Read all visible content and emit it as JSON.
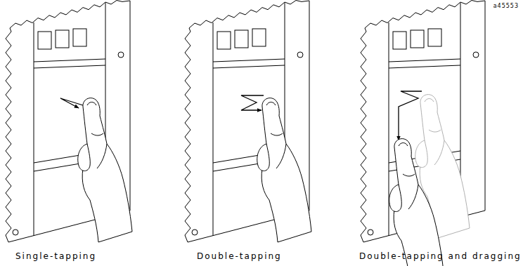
{
  "diagram": {
    "labels": [
      "a45553",
      "Single-tapping",
      "Double-tapping",
      "Double-tapping and dragging"
    ]
  }
}
